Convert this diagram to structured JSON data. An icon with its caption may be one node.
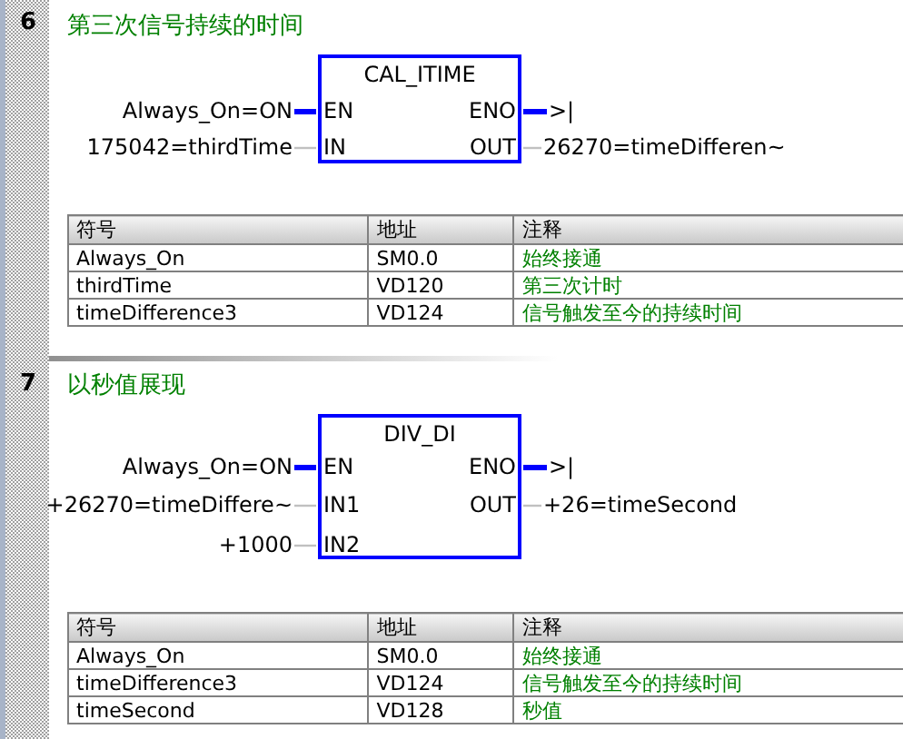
{
  "diagram": {
    "nodes": [
      {
        "text": [
          "CAL_ITIME"
        ]
      },
      {
        "text": [
          "EN"
        ],
        "in": 0
      },
      {
        "text": [
          "ENO"
        ],
        "in": 0
      },
      {
        "text": [
          "IN"
        ],
        "in": 0
      },
      {
        "text": [
          "OUT"
        ],
        "in": 0
      },
      {
        "text": [
          "Always_On=ON"
        ]
      },
      {
        "text": [
          ">|"
        ]
      },
      {
        "text": [
          "175042=thirdTime"
        ]
      },
      {
        "text": [
          "26270=timeDifferen~"
        ]
      },
      {
        "text": [
          "DIV_DI"
        ]
      },
      {
        "text": [
          "EN"
        ],
        "in": 9
      },
      {
        "text": [
          "ENO"
        ],
        "in": 9
      },
      {
        "text": [
          "IN1"
        ],
        "in": 9
      },
      {
        "text": [
          "OUT"
        ],
        "in": 9
      },
      {
        "text": [
          "IN2"
        ],
        "in": 9
      },
      {
        "text": [
          "Always_On=ON"
        ]
      },
      {
        "text": [
          ">|"
        ]
      },
      {
        "text": [
          "+26270=timeDiffere~"
        ]
      },
      {
        "text": [
          "+26=timeSecond"
        ]
      },
      {
        "text": [
          "+1000"
        ]
      }
    ],
    "edges": [
      {
        "from": 5,
        "to": 1,
        "arrow": "none",
        "style": "thick",
        "color": "#0000ff"
      },
      {
        "from": 2,
        "to": 6,
        "arrow": "none",
        "style": "thick",
        "color": "#0000ff"
      },
      {
        "from": 7,
        "to": 3,
        "arrow": "none"
      },
      {
        "from": 4,
        "to": 8,
        "arrow": "none"
      },
      {
        "from": 15,
        "to": 10,
        "arrow": "none",
        "style": "thick",
        "color": "#0000ff"
      },
      {
        "from": 11,
        "to": 16,
        "arrow": "none",
        "style": "thick",
        "color": "#0000ff"
      },
      {
        "from": 17,
        "to": 12,
        "arrow": "none"
      },
      {
        "from": 13,
        "to": 18,
        "arrow": "none"
      },
      {
        "from": 19,
        "to": 14,
        "arrow": "none"
      }
    ],
    "labels": [
      "6",
      "第三次信号持续的时间",
      "符号",
      "地址",
      "注释",
      "Always_On",
      "SM0.0",
      "始终接通",
      "thirdTime",
      "VD120",
      "第三次计时",
      "timeDifference3",
      "VD124",
      "信号触发至今的持续时间",
      "7",
      "以秒值展现",
      "符号",
      "地址",
      "注释",
      "Always_On",
      "SM0.0",
      "始终接通",
      "timeDifference3",
      "VD124",
      "信号触发至今的持续时间",
      "timeSecond",
      "VD128",
      "秒值"
    ]
  }
}
